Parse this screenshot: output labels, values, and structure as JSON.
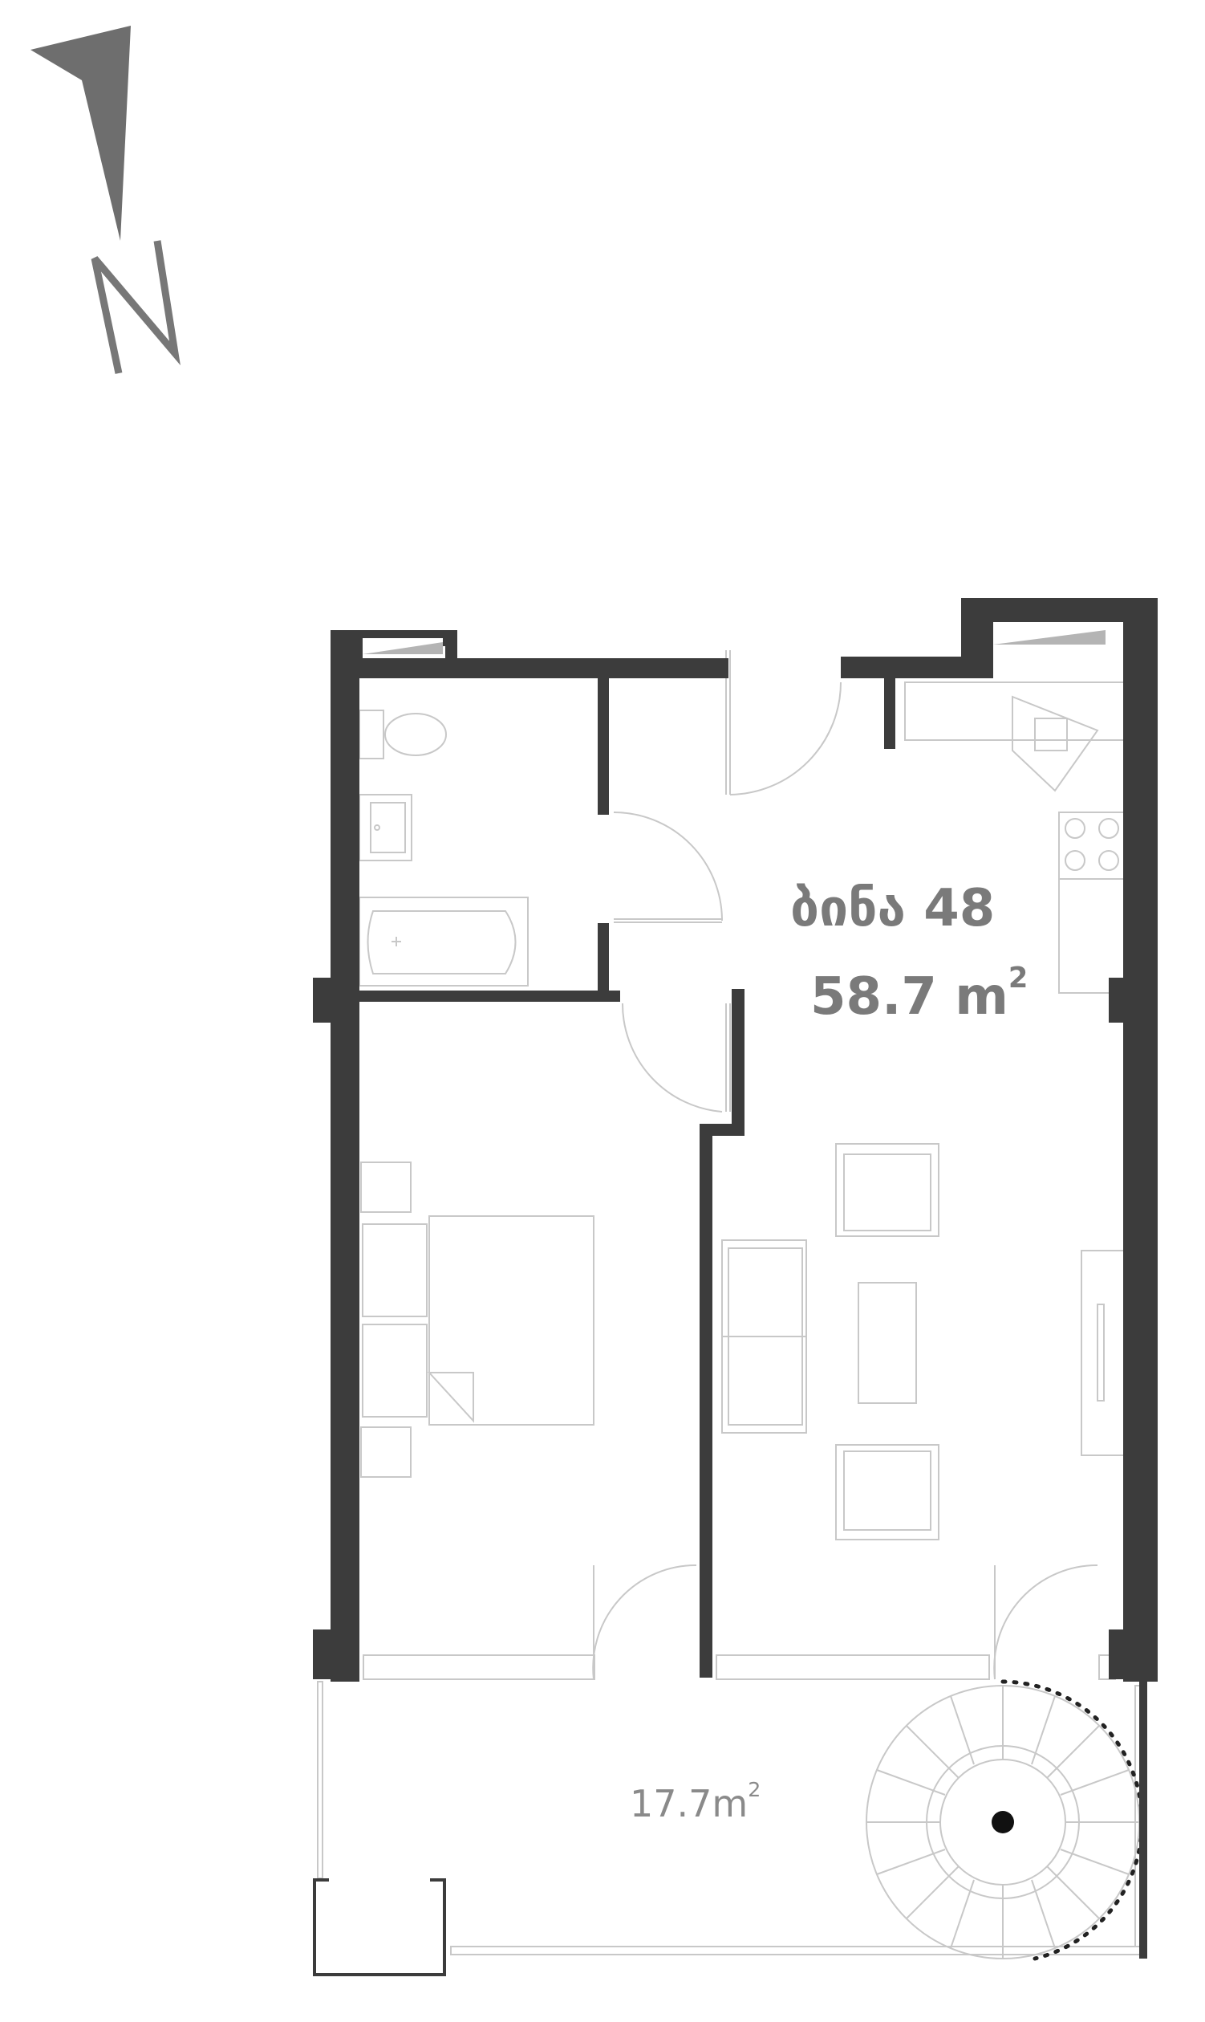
{
  "compass": {
    "icon": "north-arrow-icon",
    "letter": "N"
  },
  "apartment": {
    "title": "ბინა 48",
    "area_value": "58.7 m",
    "area_unit_sup": "2"
  },
  "balcony": {
    "area_value": "17.7m",
    "area_unit_sup": "2"
  },
  "colors": {
    "wall": "#3c3c3c",
    "text": "#7a7a7a",
    "fixture_line": "#c8c8c8",
    "background": "#ffffff"
  }
}
